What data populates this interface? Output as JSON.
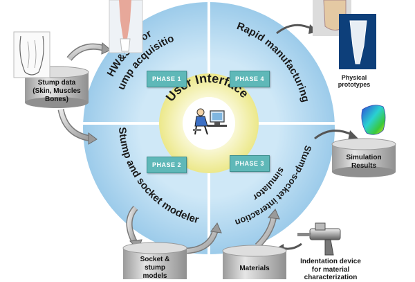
{
  "center": {
    "title": "User Interface"
  },
  "quadrants": {
    "q1": {
      "label_line1": "HW&SW for",
      "label_line2": "stump acquisition",
      "phase": "PHASE 1"
    },
    "q4": {
      "label": "Rapid manufacturing",
      "phase": "PHASE 4"
    },
    "q2": {
      "label": "Stump and socket modeler",
      "phase": "PHASE 2"
    },
    "q3": {
      "label_line1": "Stump-socket interaction",
      "label_line2": "simulator",
      "phase": "PHASE 3"
    }
  },
  "cylinders": {
    "stump_data": {
      "line1": "Stump data",
      "line2": "(Skin, Muscles",
      "line3": "Bones)"
    },
    "simulation": {
      "line1": "Simulation",
      "line2": "Results"
    },
    "socket": {
      "line1": "Socket &",
      "line2": "stump",
      "line3": "models"
    },
    "materials": {
      "line1": "Materials"
    }
  },
  "captions": {
    "physical_line1": "Physical",
    "physical_line2": "prototypes",
    "indentation_line1": "Indentation device",
    "indentation_line2": "for material",
    "indentation_line3": "characterization"
  },
  "icons": [
    "leg-photo-icon",
    "stump-sketch-icon",
    "socket-prototype-icon",
    "user-computer-icon",
    "fem-model-icon",
    "indentation-device-icon"
  ],
  "colors": {
    "outer_ring": "#a9d5ef",
    "inner_ring": "#f2f0a2",
    "phase_box": "#5fb8b8",
    "divider": "#ffffff",
    "cylinder": "#c9c9c9"
  }
}
